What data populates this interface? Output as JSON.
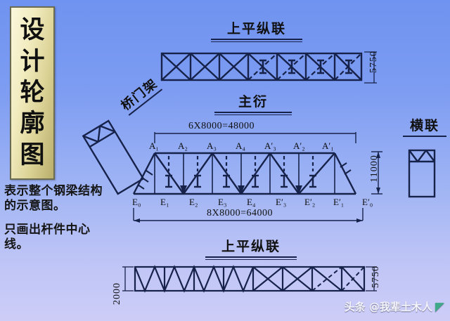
{
  "title_banner": {
    "text": "设计轮廓图",
    "chars": [
      "设",
      "计",
      "轮",
      "廓",
      "图"
    ]
  },
  "description": {
    "paragraphs": [
      "表示整个钢梁结构的示意图。",
      "只画出杆件中心线。"
    ]
  },
  "diagrams": {
    "top_plan_bracing": {
      "label": "上平纵联",
      "height_dim": "5750"
    },
    "portal_frame": {
      "label": "桥门架"
    },
    "main_truss": {
      "label": "主衍",
      "top_dim": "6X8000=48000",
      "bottom_dim": "8X8000=64000",
      "height_dim": "11000",
      "top_nodes": [
        "A₁",
        "A₂",
        "A₃",
        "A₄",
        "A′₃",
        "A′₂",
        "A′₁"
      ],
      "bottom_nodes": [
        "E₀",
        "E₁",
        "E₂",
        "E₃",
        "E₄",
        "E′₃",
        "E′₂",
        "E′₁",
        "E′₀"
      ]
    },
    "cross_frame": {
      "label": "横联"
    },
    "bottom_plan_bracing": {
      "label": "上平纵联",
      "height_dim": "5750",
      "width_dim": "2000"
    }
  },
  "watermark": {
    "text": "头条 @我辈土木人",
    "icon": "logo-mark"
  },
  "colors": {
    "line": "#17224a",
    "background_top": "#6f93f0",
    "background_bottom": "#cdcdf7",
    "banner_light": "#fbf8dd",
    "banner_dark": "#b9ae6b",
    "watermark_accent": "#3fa98a"
  }
}
